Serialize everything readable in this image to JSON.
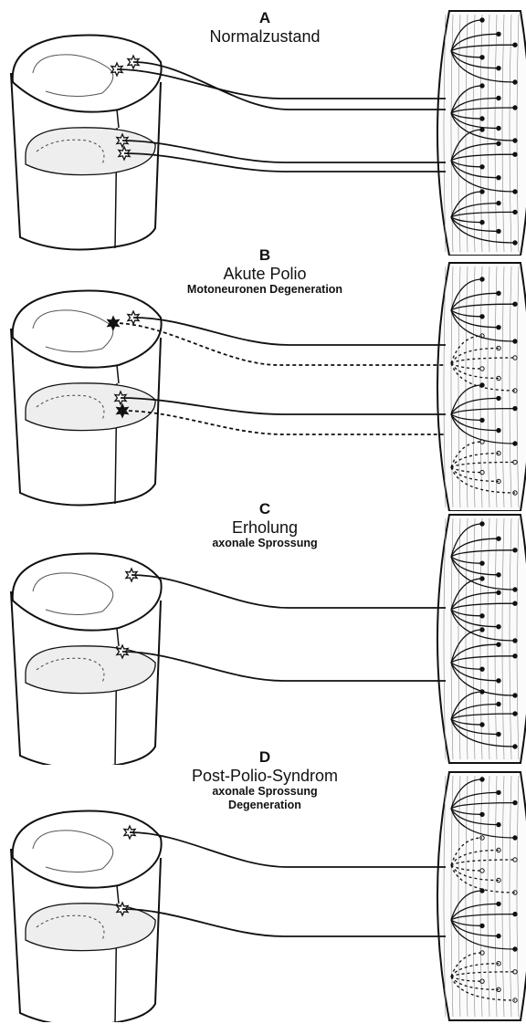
{
  "panels": [
    {
      "letter": "A",
      "title": "Normalzustand",
      "subtitle": []
    },
    {
      "letter": "B",
      "title": "Akute Polio",
      "subtitle": [
        "Motoneuronen Degeneration"
      ]
    },
    {
      "letter": "C",
      "title": "Erholung",
      "subtitle": [
        "axonale Sprossung"
      ]
    },
    {
      "letter": "D",
      "title": "Post-Polio-Syndrom",
      "subtitle": [
        "axonale Sprossung",
        "Degeneration"
      ]
    }
  ]
}
